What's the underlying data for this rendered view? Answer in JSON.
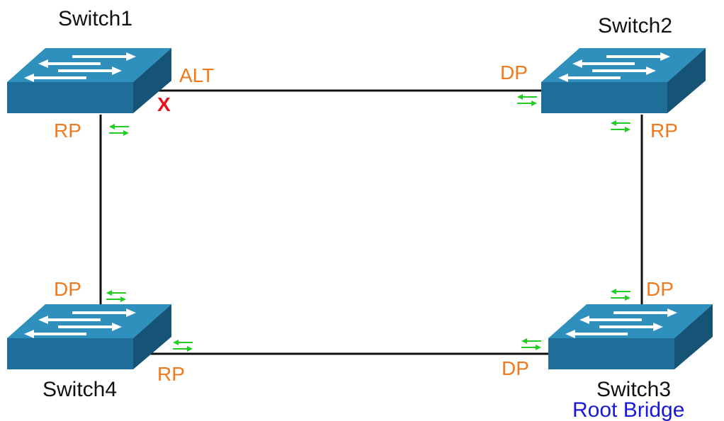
{
  "colors": {
    "port_label": "#f07a1e",
    "root_label": "#1a1ad6",
    "blocked_mark": "#e3141c",
    "link": "#111111",
    "switch_top": "#2f8fbd",
    "switch_front": "#1f6d99",
    "switch_side": "#155377",
    "traffic_arrow": "#22cc22"
  },
  "switches": {
    "s1": {
      "name": "Switch1",
      "icon": "network-switch-icon"
    },
    "s2": {
      "name": "Switch2",
      "icon": "network-switch-icon"
    },
    "s3": {
      "name": "Switch3",
      "icon": "network-switch-icon",
      "role": "Root Bridge"
    },
    "s4": {
      "name": "Switch4",
      "icon": "network-switch-icon"
    }
  },
  "ports": {
    "s1_alt": "ALT",
    "s1_rp": "RP",
    "s2_dp": "DP",
    "s2_rp": "RP",
    "s3_dp_top": "DP",
    "s3_dp_left": "DP",
    "s4_dp": "DP",
    "s4_rp": "RP"
  },
  "blocked_marker": "X",
  "icons": [
    "network-switch-icon",
    "traffic-arrows-icon",
    "blocked-port-icon"
  ]
}
